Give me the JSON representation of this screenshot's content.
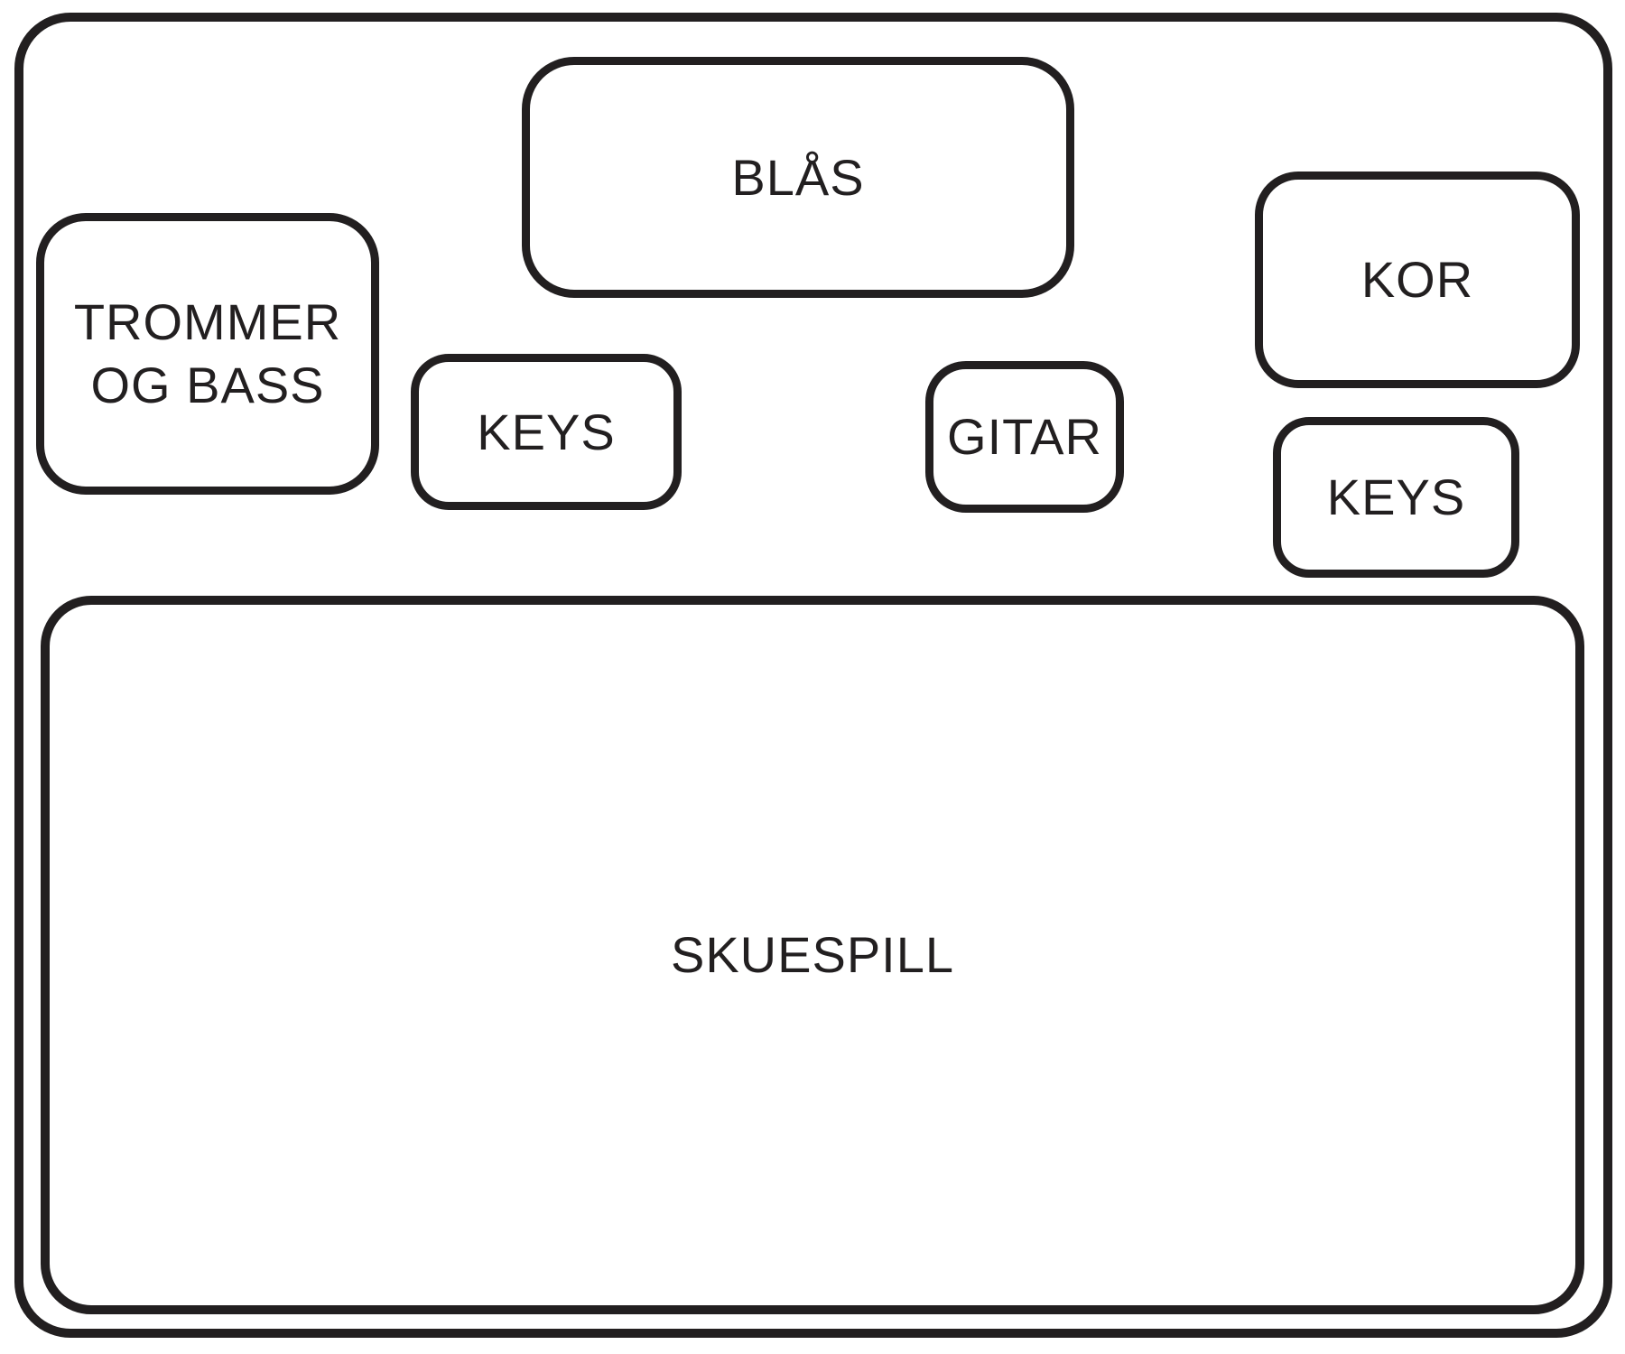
{
  "stage": {
    "description_type": "stage-plot-diagram",
    "boxes": {
      "blas": {
        "label": "BLÅS"
      },
      "trommer": {
        "label": "TROMMER OG BASS"
      },
      "keys_left": {
        "label": "KEYS"
      },
      "gitar": {
        "label": "GITAR"
      },
      "kor": {
        "label": "KOR"
      },
      "keys_right": {
        "label": "KEYS"
      },
      "skuespill": {
        "label": "SKUESPILL"
      }
    },
    "colors": {
      "stroke": "#221f20",
      "text": "#221f20",
      "background": "#ffffff"
    }
  }
}
